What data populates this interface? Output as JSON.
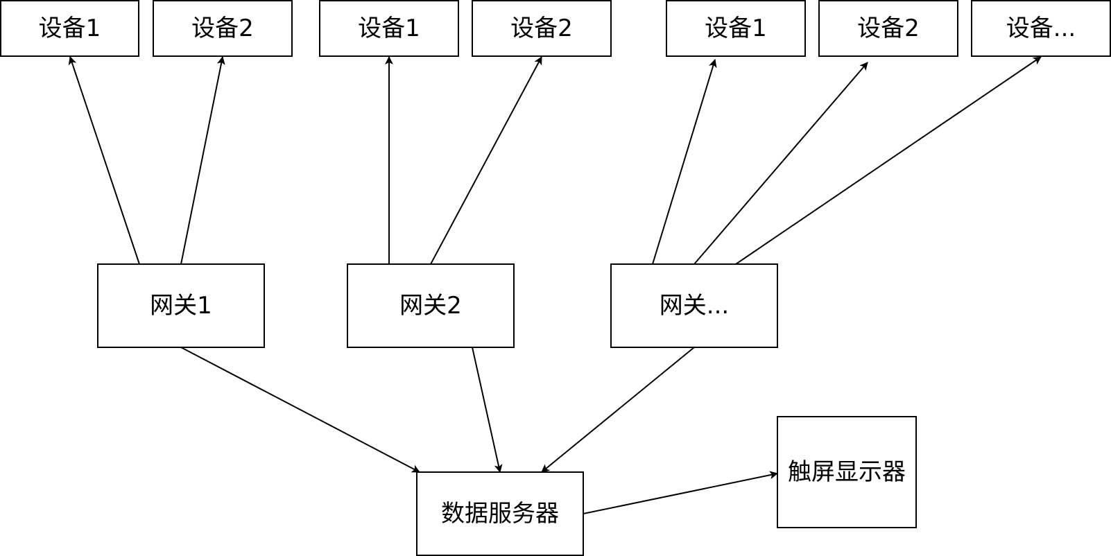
{
  "nodes": {
    "gw1_dev1": "设备1",
    "gw1_dev2": "设备2",
    "gw2_dev1": "设备1",
    "gw2_dev2": "设备2",
    "gw3_dev1": "设备1",
    "gw3_dev2": "设备2",
    "gw3_devmore": "设备...",
    "gateway1": "网关1",
    "gateway2": "网关2",
    "gateway_more": "网关...",
    "data_server": "数据服务器",
    "touch_display": "触屏显示器"
  },
  "edges": [
    {
      "from": "gateway1",
      "to": "gw1_dev1"
    },
    {
      "from": "gateway1",
      "to": "gw1_dev2"
    },
    {
      "from": "gateway2",
      "to": "gw2_dev1"
    },
    {
      "from": "gateway2",
      "to": "gw2_dev2"
    },
    {
      "from": "gateway_more",
      "to": "gw3_dev1"
    },
    {
      "from": "gateway_more",
      "to": "gw3_dev2"
    },
    {
      "from": "gateway_more",
      "to": "gw3_devmore"
    },
    {
      "from": "gateway1",
      "to": "data_server"
    },
    {
      "from": "gateway2",
      "to": "data_server"
    },
    {
      "from": "gateway_more",
      "to": "data_server"
    },
    {
      "from": "data_server",
      "to": "touch_display"
    }
  ],
  "colors": {
    "stroke": "#000000",
    "fill": "#ffffff",
    "text": "#000000"
  }
}
